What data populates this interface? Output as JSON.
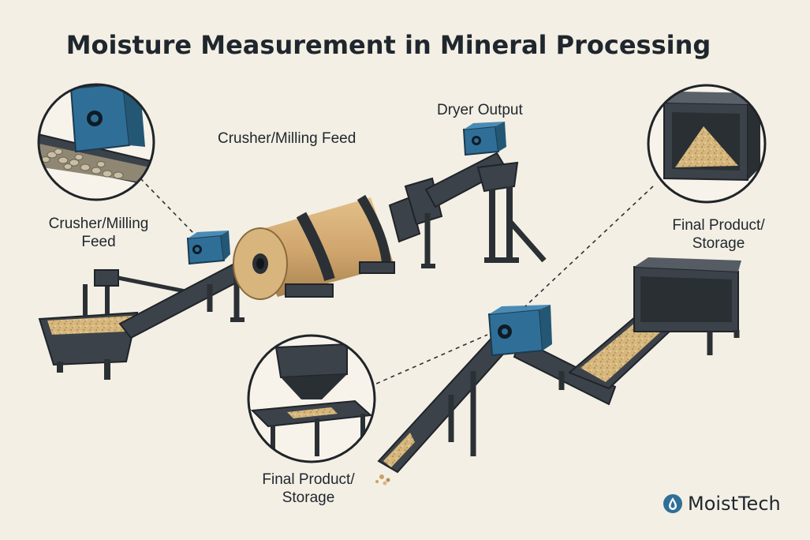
{
  "title": "Moisture Measurement in Mineral Processing",
  "labels": {
    "top_center": "Crusher/Milling Feed",
    "dryer_output": "Dryer Output",
    "left_line1": "Crusher/Milling",
    "left_line2": "Feed",
    "right_line1": "Final Product/",
    "right_line2": "Storage",
    "bottom_line1": "Final Product/",
    "bottom_line2": "Storage"
  },
  "brand": {
    "name": "MoistTech"
  },
  "colors": {
    "background": "#f3efe4",
    "sensor": "#2f6f97",
    "steel": "#3c4249",
    "drum": "#d2aa73",
    "material": "#d6b77d"
  }
}
